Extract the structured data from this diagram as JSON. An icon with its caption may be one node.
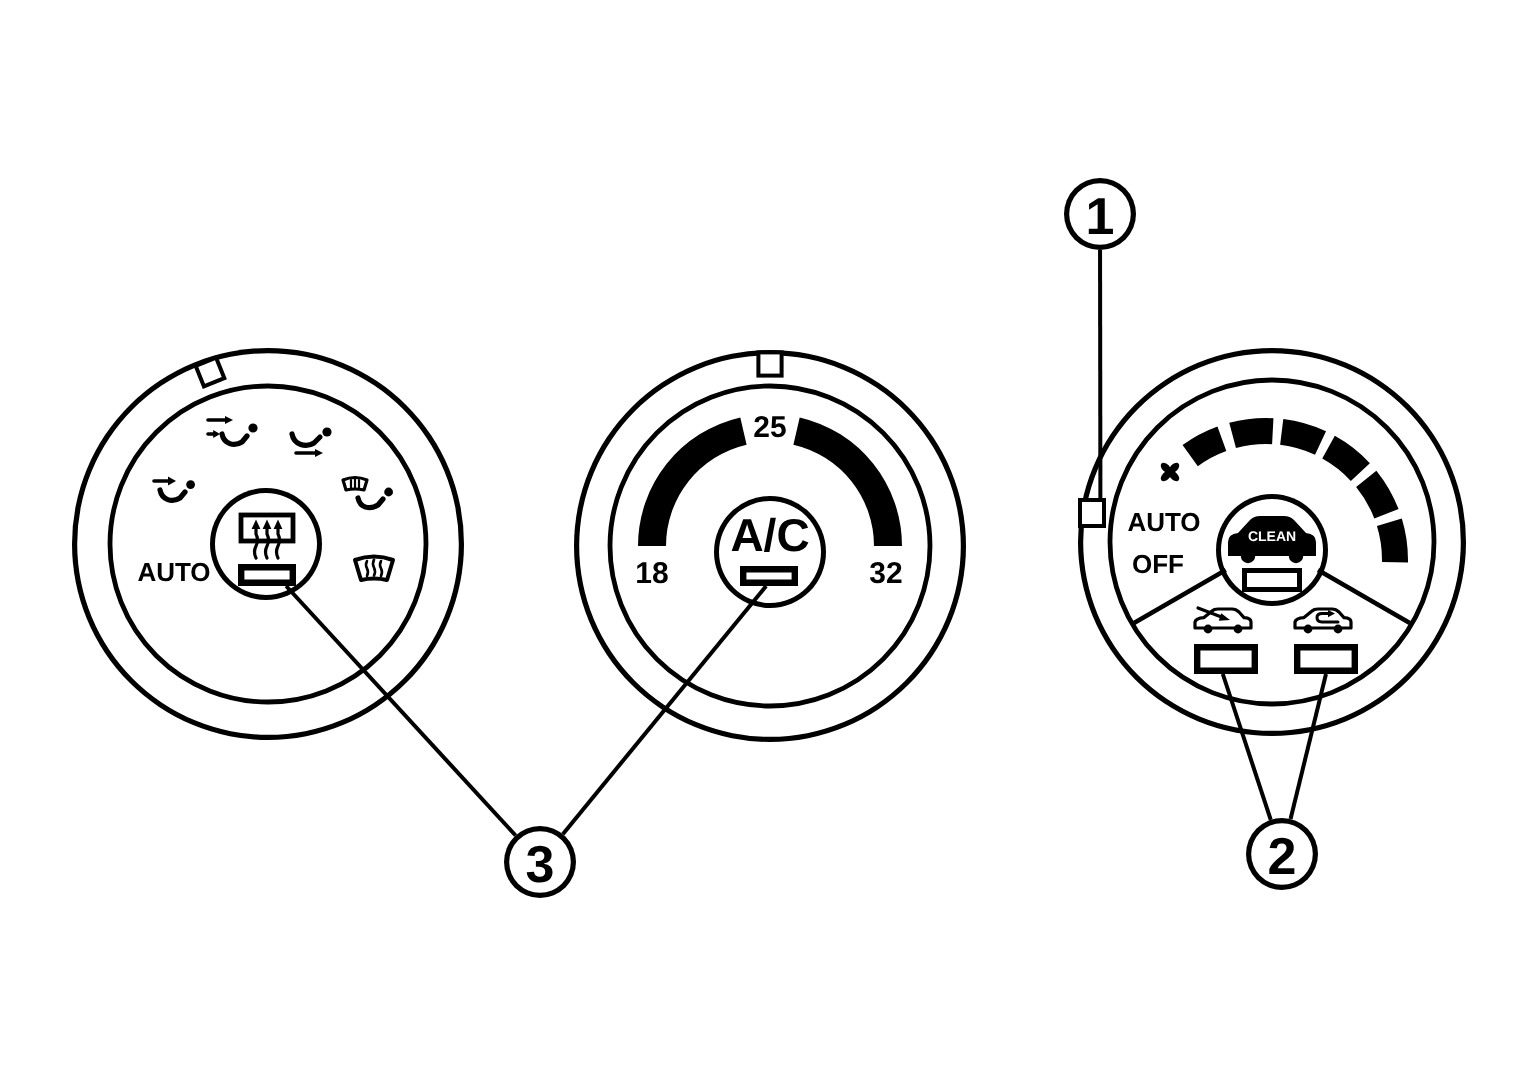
{
  "diagram": {
    "nodes": [
      {
        "text": [
          "1"
        ]
      },
      {
        "text": [
          "AUTO"
        ]
      },
      {
        "text": [],
        "shape": "circle",
        "in": 1
      },
      {
        "text": [],
        "shape": "box",
        "in": 2
      },
      {
        "text": [
          "25",
          "18",
          "32"
        ]
      },
      {
        "text": [
          "A/C"
        ],
        "in": 4
      },
      {
        "text": [],
        "shape": "box",
        "in": 5
      },
      {
        "text": [
          "AUTO",
          "OFF"
        ]
      },
      {
        "text": [],
        "shape": "box",
        "in": 7
      },
      {
        "text": [
          "CLEAN"
        ],
        "in": 7
      },
      {
        "text": [],
        "shape": "box",
        "in": 7
      },
      {
        "text": [],
        "shape": "box",
        "in": 7
      },
      {
        "text": [
          "3"
        ]
      },
      {
        "text": [
          "2"
        ]
      }
    ],
    "edges": [
      {
        "from": 0,
        "to": 8,
        "arrow": "none"
      },
      {
        "from": 12,
        "to": 3,
        "arrow": "none"
      },
      {
        "from": 12,
        "to": 6,
        "arrow": "none"
      },
      {
        "from": 13,
        "to": 10,
        "arrow": "none"
      },
      {
        "from": 13,
        "to": 11,
        "arrow": "none"
      }
    ]
  }
}
